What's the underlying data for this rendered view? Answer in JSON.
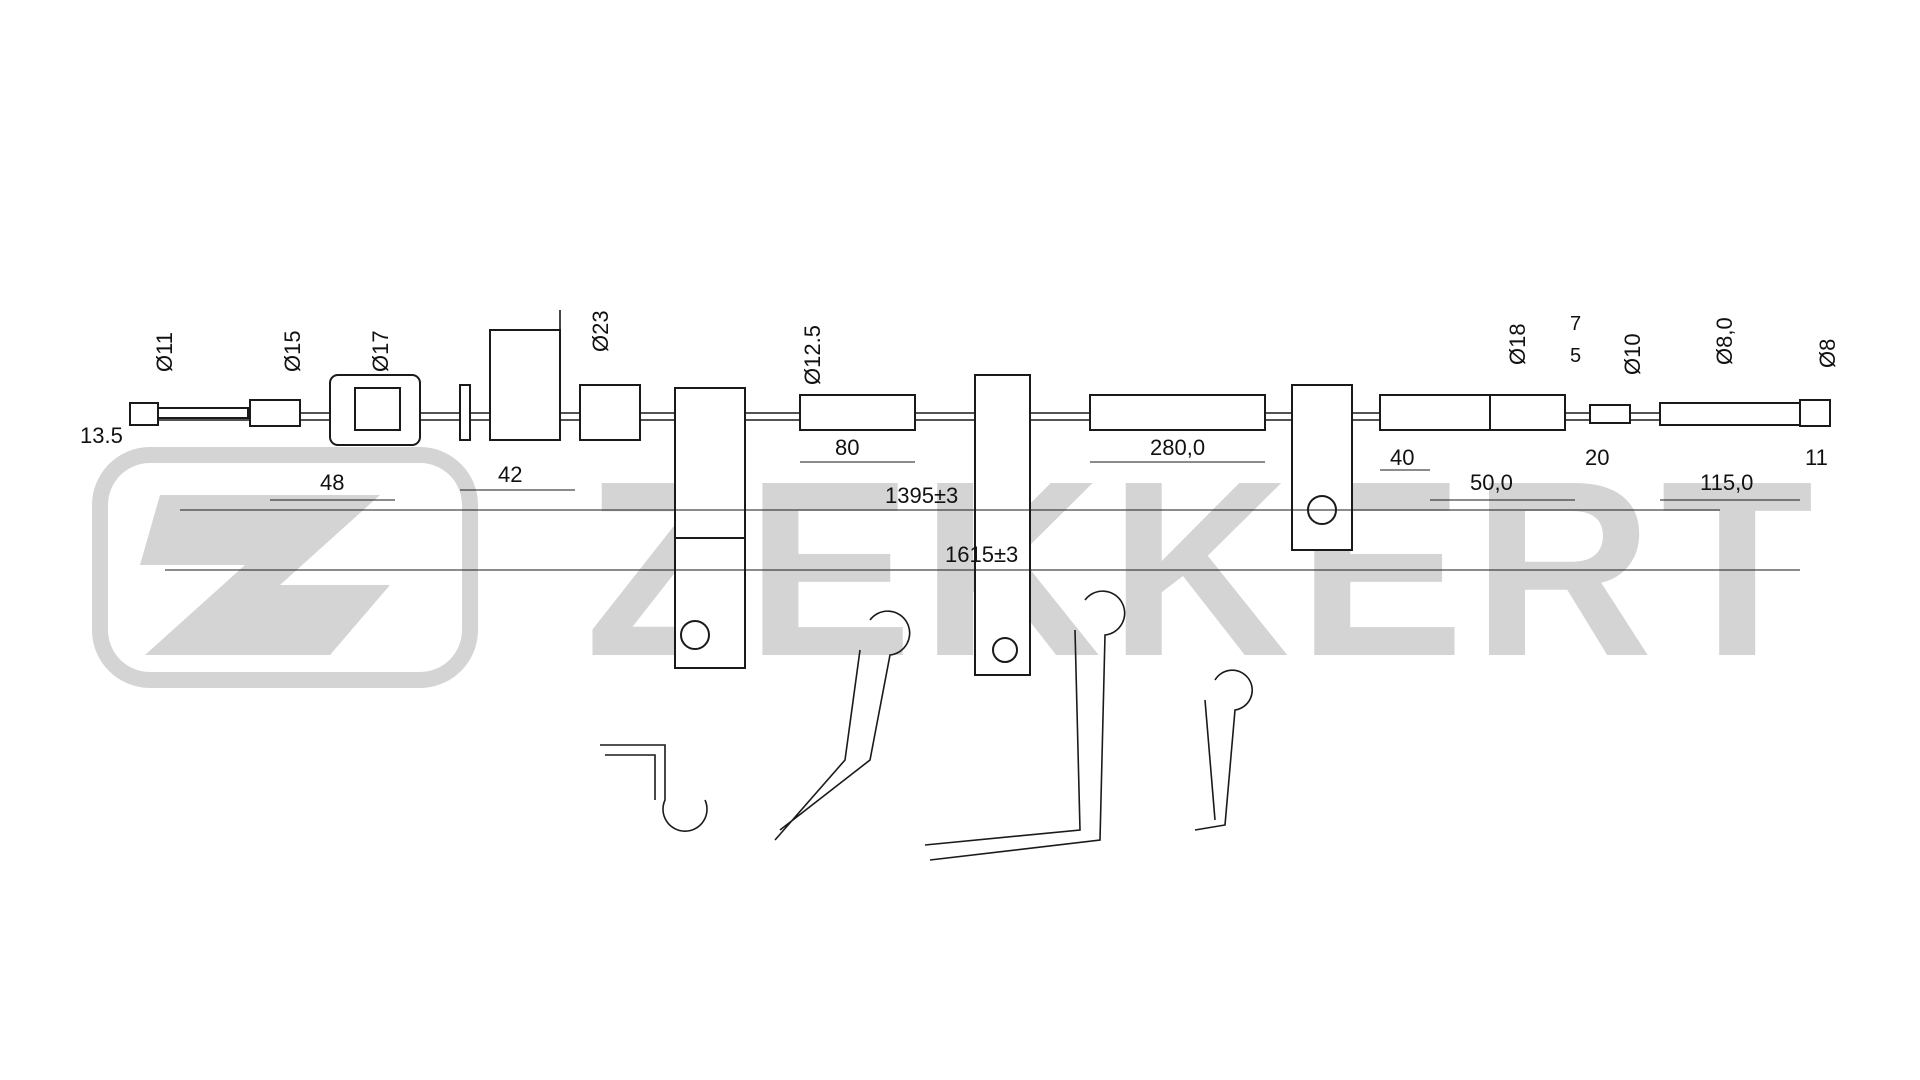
{
  "brand": {
    "watermark": "ZEKKERT",
    "watermark_color": "#d4d4d4"
  },
  "dimensions": {
    "d11": "Ø11",
    "d15": "Ø15",
    "d17": "Ø17",
    "d23": "Ø23",
    "d12_5": "Ø12.5",
    "d18": "Ø18",
    "d10": "Ø10",
    "d8_0": "Ø8,0",
    "d8": "Ø8",
    "len_13_5": "13.5",
    "len_48": "48",
    "len_42": "42",
    "len_80": "80",
    "len_280": "280,0",
    "len_40": "40",
    "len_50": "50,0",
    "len_20": "20",
    "len_115": "115,0",
    "len_11": "11",
    "len_7": "7",
    "len_5": "5",
    "len_1395": "1395±3",
    "len_1615": "1615±3"
  }
}
